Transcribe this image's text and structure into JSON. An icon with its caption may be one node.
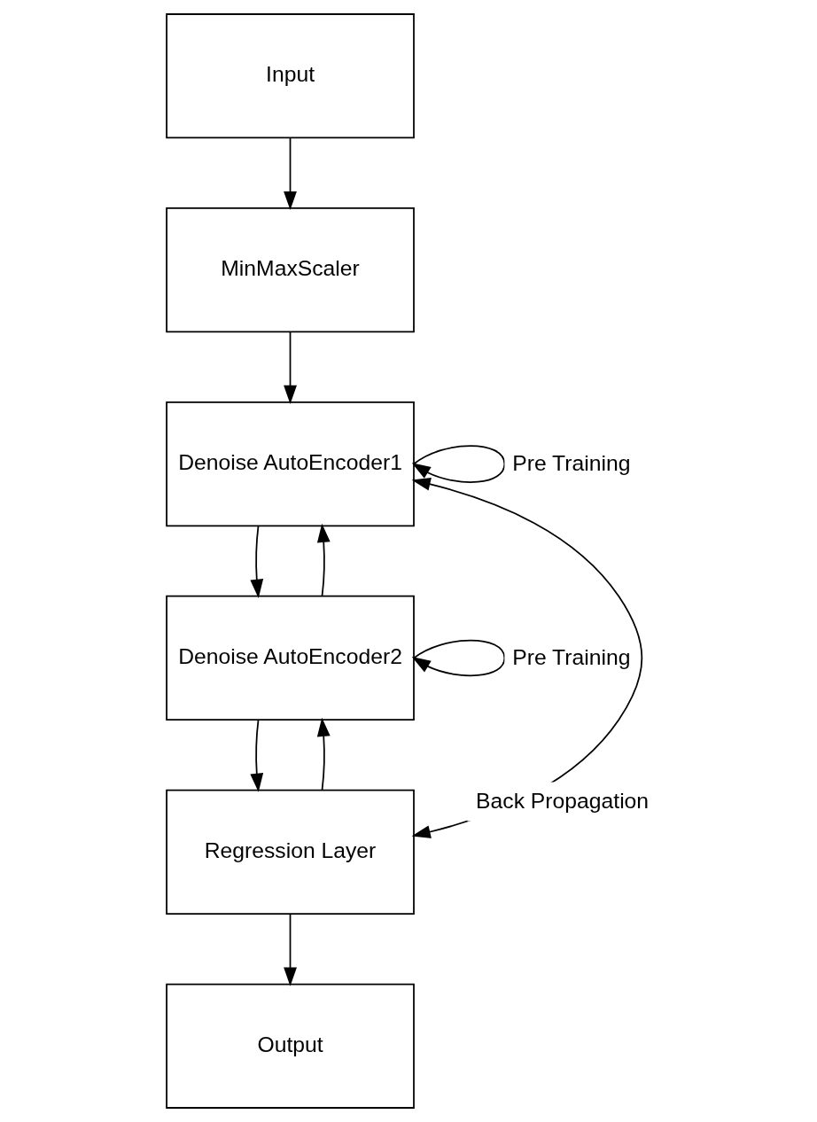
{
  "diagram": {
    "nodes": [
      {
        "text": [
          "Input"
        ]
      },
      {
        "text": [
          "MinMaxScaler"
        ]
      },
      {
        "text": [
          "Denoise AutoEncoder1"
        ]
      },
      {
        "text": [
          "Denoise AutoEncoder2"
        ]
      },
      {
        "text": [
          "Regression Layer"
        ]
      },
      {
        "text": [
          "Output"
        ]
      }
    ],
    "edges": [
      {
        "from": 0,
        "to": 1,
        "arrow": "to"
      },
      {
        "from": 1,
        "to": 2,
        "arrow": "to"
      },
      {
        "from": 2,
        "to": 2,
        "arrow": "to",
        "label": "Pre Training"
      },
      {
        "from": 2,
        "to": 3,
        "arrow": "to"
      },
      {
        "from": 3,
        "to": 2,
        "arrow": "to"
      },
      {
        "from": 3,
        "to": 3,
        "arrow": "to",
        "label": "Pre Training"
      },
      {
        "from": 3,
        "to": 4,
        "arrow": "to"
      },
      {
        "from": 4,
        "to": 3,
        "arrow": "to"
      },
      {
        "from": 4,
        "to": 2,
        "arrow": "both",
        "label": "Back Propagation"
      },
      {
        "from": 4,
        "to": 5,
        "arrow": "to"
      }
    ]
  }
}
